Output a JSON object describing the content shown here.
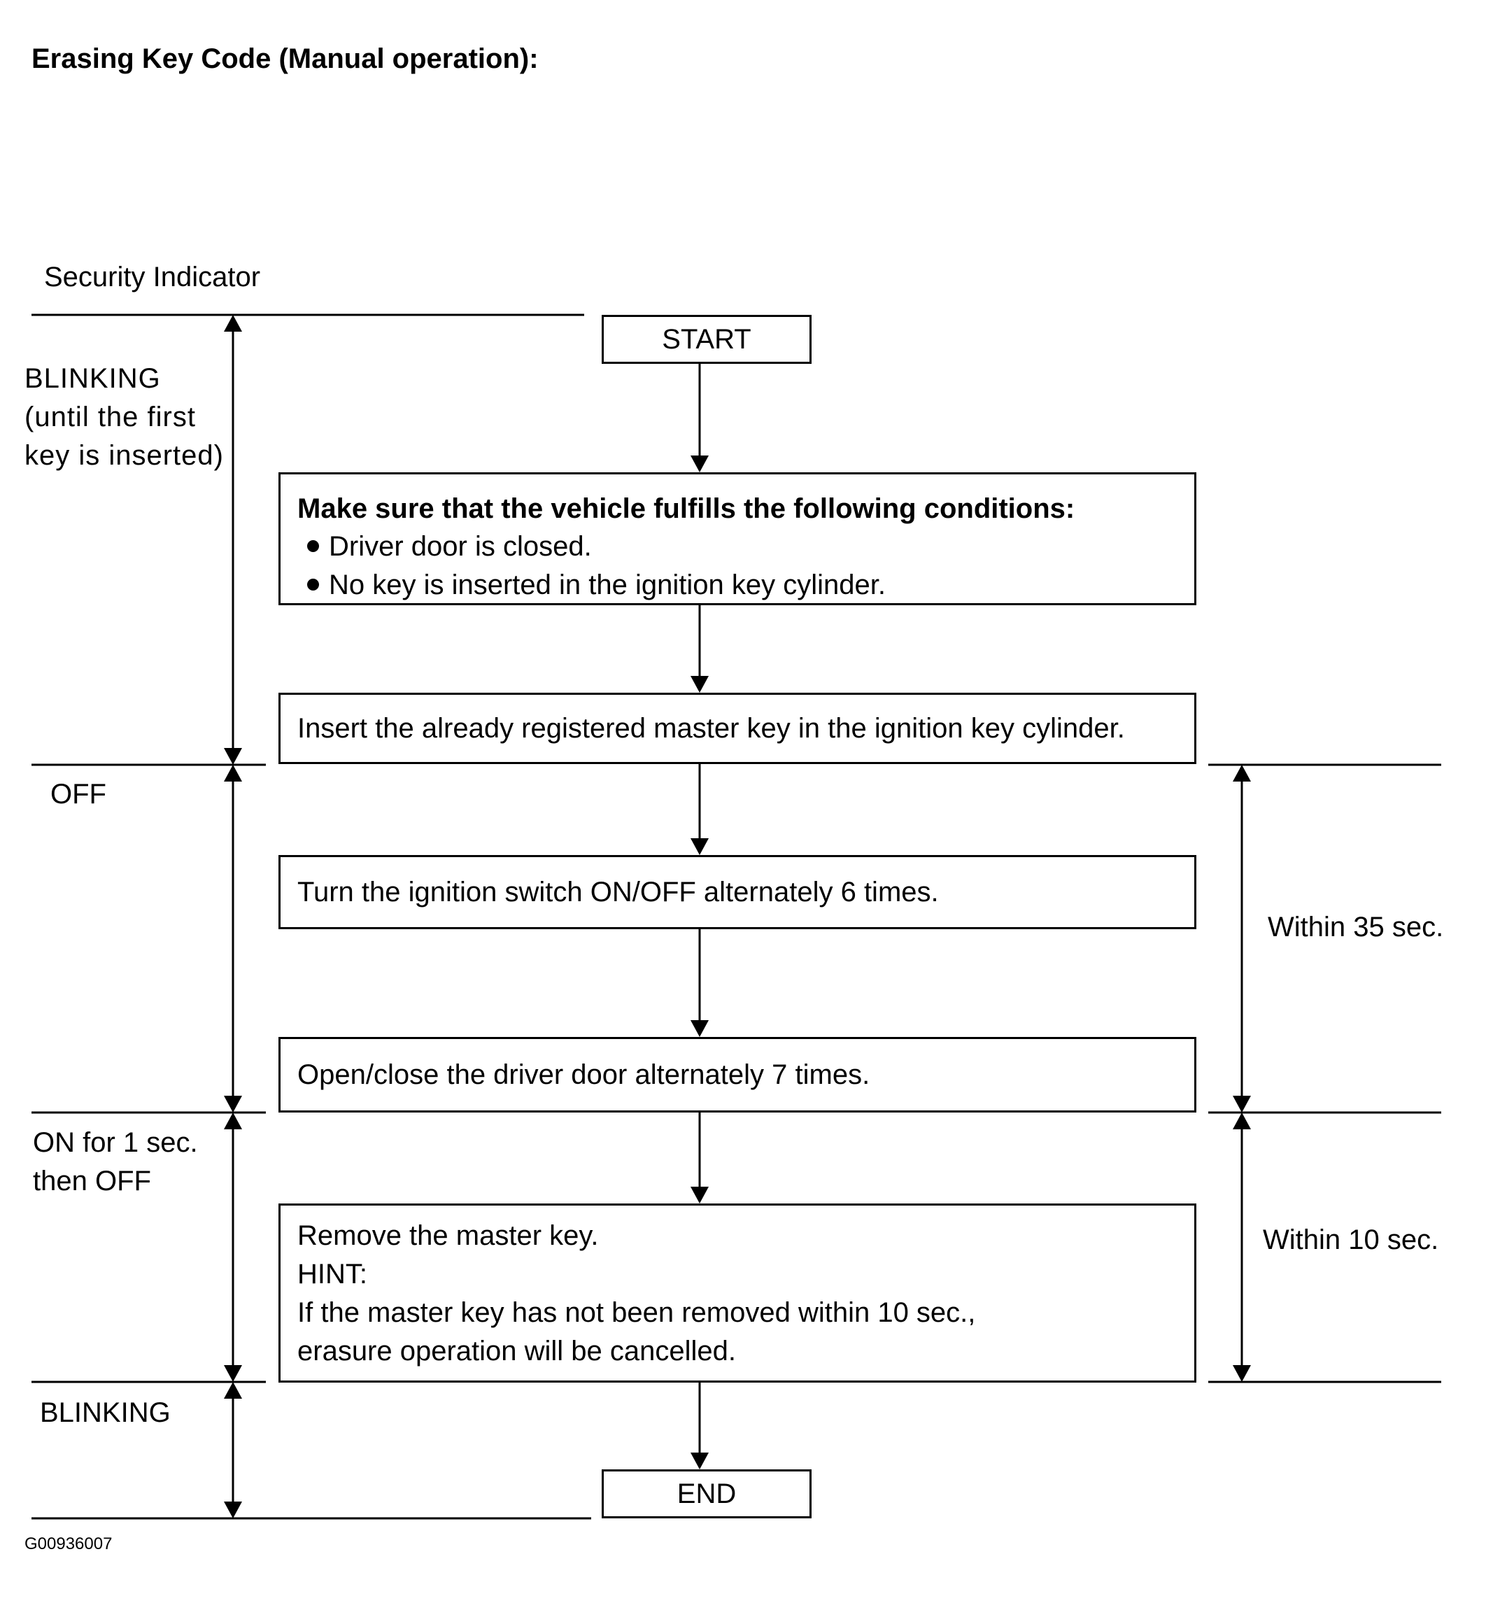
{
  "title": "Erasing Key Code (Manual operation):",
  "column_heading": "Security Indicator",
  "indicator_states": [
    {
      "lines": [
        "BLINKING",
        "(until the first",
        "key is inserted)"
      ]
    },
    {
      "lines": [
        "OFF"
      ]
    },
    {
      "lines": [
        "ON for 1 sec.",
        "then OFF"
      ]
    },
    {
      "lines": [
        "BLINKING"
      ]
    }
  ],
  "flow": {
    "start_label": "START",
    "end_label": "END",
    "steps": [
      {
        "heading": "Make sure that the vehicle fulfills the following conditions:",
        "bullets": [
          "Driver door is closed.",
          "No key is inserted in the ignition key cylinder."
        ]
      },
      {
        "text": "Insert the already registered master key in the ignition key cylinder."
      },
      {
        "text": "Turn the ignition switch ON/OFF alternately 6 times."
      },
      {
        "text": "Open/close the driver door alternately 7 times."
      },
      {
        "lines": [
          "Remove the master key.",
          "HINT:",
          "If the master key has not been removed within 10 sec.,",
          "erasure operation will be cancelled."
        ]
      }
    ]
  },
  "timers": [
    {
      "label": "Within 35 sec."
    },
    {
      "label": "Within 10 sec."
    }
  ],
  "figure_id": "G00936007"
}
